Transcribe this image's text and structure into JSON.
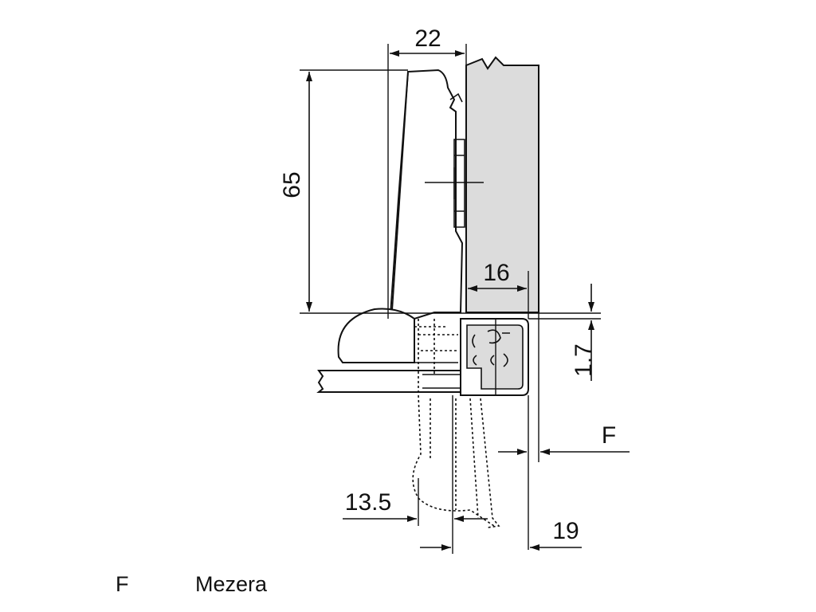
{
  "dimensions": {
    "hinge_depth": "22",
    "hinge_height": "65",
    "door_overlay": "16",
    "gap_offset": "1.7",
    "cup_position": "13.5",
    "door_thickness": "19",
    "gap_symbol": "F"
  },
  "legend": [
    {
      "key": "F",
      "label": "Mezera"
    }
  ],
  "colors": {
    "panel_fill": "#dcdcdc",
    "line": "#111111",
    "background": "#ffffff"
  }
}
